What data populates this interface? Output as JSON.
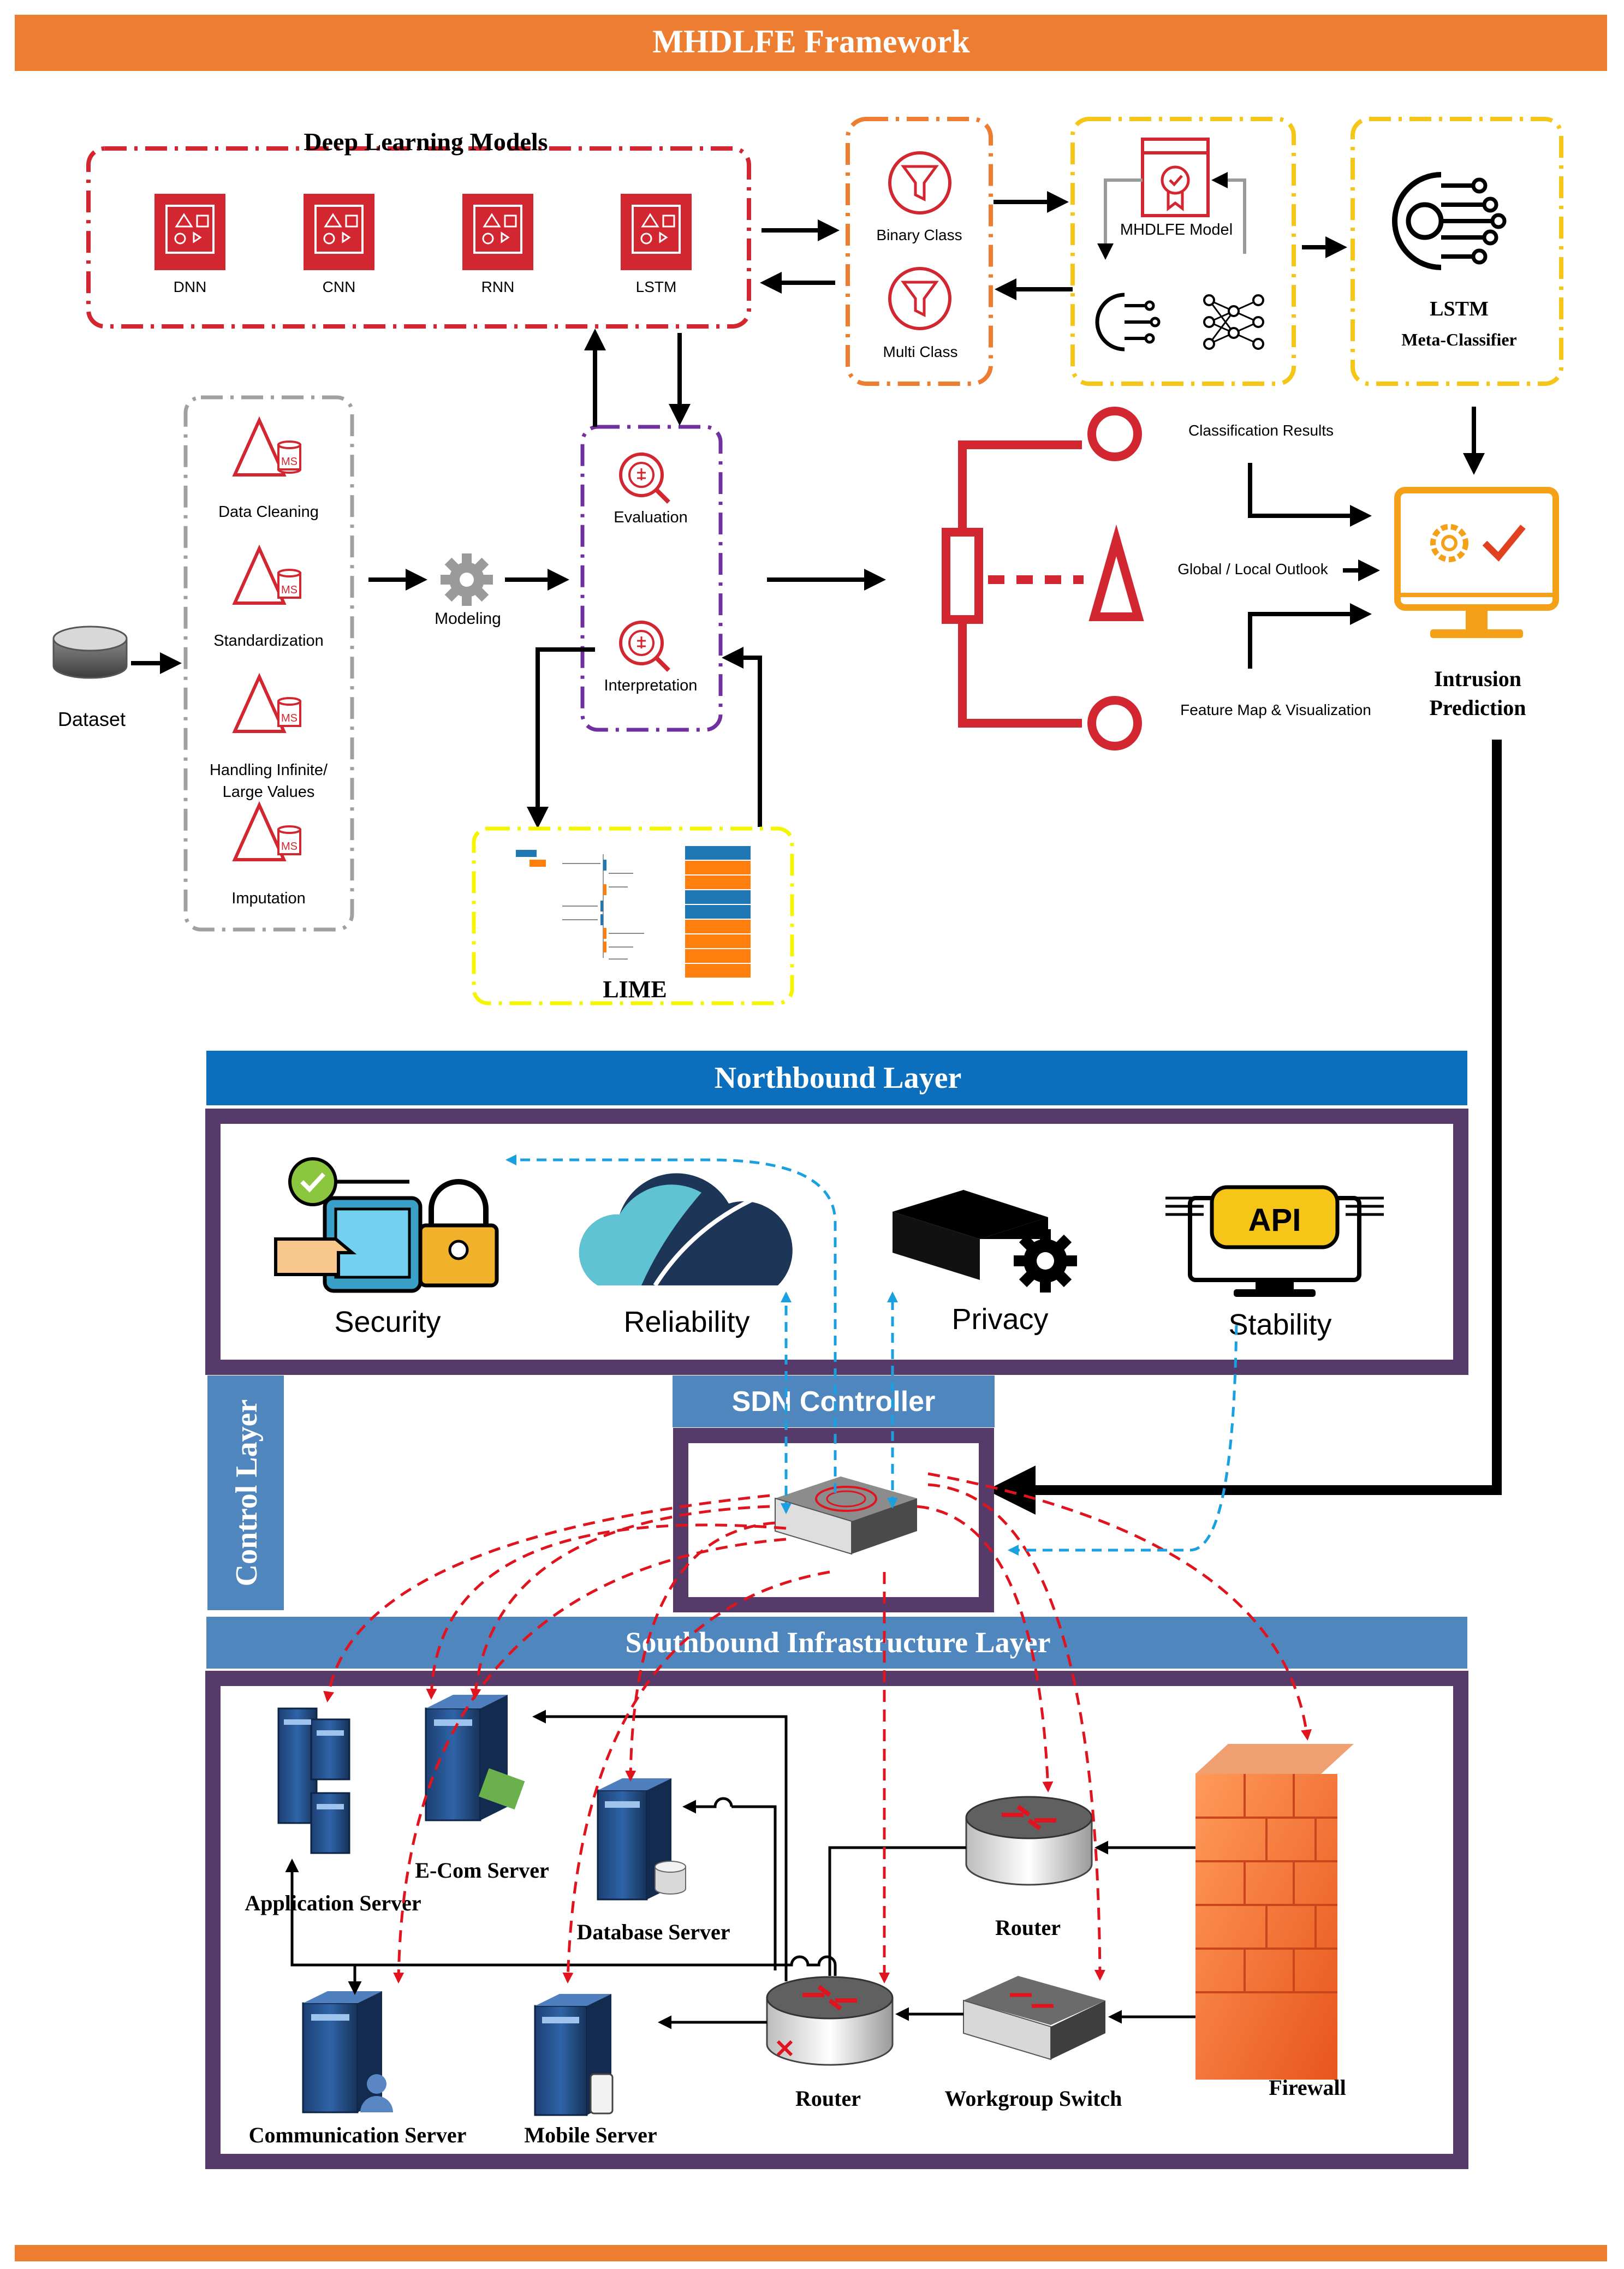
{
  "title": "MHDLFE Framework",
  "colors": {
    "orange": "#ED7D31",
    "red": "#D22730",
    "blue_band": "#0B6FBE",
    "steel_blue": "#4F86BE",
    "purple": "#553A6A",
    "yellow": "#F5C518",
    "gray_dash": "#A0A0A0",
    "arrow_red": "#E0141E",
    "arrow_blue": "#1AA0E0"
  },
  "deep_learning": {
    "title": "Deep Learning Models",
    "models": [
      "DNN",
      "CNN",
      "RNN",
      "LSTM"
    ]
  },
  "classes": {
    "binary": "Binary Class",
    "multi": "Multi Class"
  },
  "mhdlfe_model": "MHDLFE Model",
  "meta_classifier": {
    "line1": "LSTM",
    "line2": "Meta-Classifier"
  },
  "dataset": "Dataset",
  "preprocessing": [
    "Data Cleaning",
    "Standardization",
    "Handling Infinite/",
    "Large Values",
    "Imputation"
  ],
  "modeling": "Modeling",
  "evaluation": "Evaluation",
  "interpretation": "Interpretation",
  "lime": "LIME",
  "outputs": {
    "classification": "Classification Results",
    "outlook": "Global / Local Outlook",
    "feature_map": "Feature Map & Visualization"
  },
  "intrusion": {
    "line1": "Intrusion",
    "line2": "Prediction"
  },
  "northbound": {
    "title": "Northbound Layer",
    "items": [
      "Security",
      "Reliability",
      "Privacy",
      "Stability"
    ],
    "api_label": "API"
  },
  "control_layer": "Control Layer",
  "sdn_controller": "SDN Controller",
  "southbound": {
    "title": "Southbound Infrastructure Layer",
    "devices": {
      "app_server": "Application Server",
      "ecom_server": "E-Com Server",
      "db_server": "Database Server",
      "comm_server": "Communication Server",
      "mobile_server": "Mobile Server",
      "router_main": "Router",
      "router_top": "Router",
      "switch": "Workgroup Switch",
      "firewall": "Firewall"
    }
  }
}
